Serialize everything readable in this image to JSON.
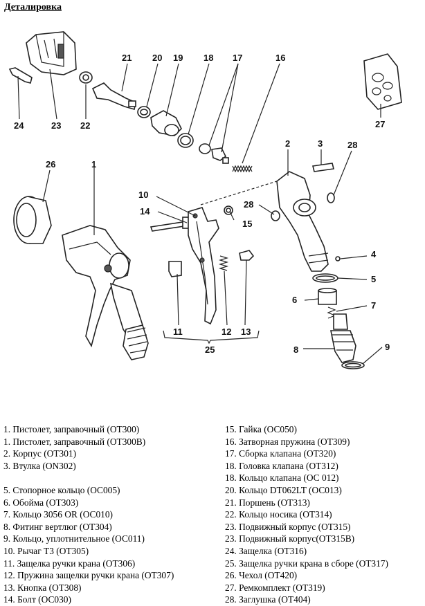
{
  "title": "Деталировка",
  "callouts": [
    "1",
    "2",
    "3",
    "4",
    "5",
    "6",
    "7",
    "8",
    "9",
    "10",
    "11",
    "12",
    "13",
    "14",
    "15",
    "16",
    "17",
    "18",
    "19",
    "20",
    "21",
    "22",
    "23",
    "24",
    "25",
    "26",
    "27",
    "28",
    "28"
  ],
  "legend_left": [
    "1. Пистолет, заправочный (ОТ300)",
    "1. Пистолет, заправочный (ОТ300В)",
    "2. Корпус (ОТ301)",
    "3. Втулка (ON302)",
    "",
    "5. Стопорное кольцо (ОС005)",
    "6. Обойма (ОТ303)",
    "7. Кольцо 3056 OR (ОС010)",
    "8. Фитинг вертлюг (ОТ304)",
    "9. Кольцо, уплотнительное (ОС011)",
    "10. Рычаг Т3 (ОТ305)",
    "11. Защелка ручки крана (ОТ306)",
    "12. Пружина защелки ручки крана (ОТ307)",
    "13. Кнопка (ОТ308)",
    "14. Болт (ОС030)"
  ],
  "legend_right": [
    "15. Гайка (ОС050)",
    "16. Затворная пружина (ОТ309)",
    "17. Сборка клапана (ОТ320)",
    "18. Головка клапана (ОТ312)",
    "18. Кольцо клапана (ОС 012)",
    "20. Кольцо DT062LT (ОС013)",
    "21. Поршень (ОТ313)",
    "22. Кольцо носика (ОТ314)",
    "23. Подвижный корпус (ОТ315)",
    "23. Подвижный корпус(ОТ315В)",
    "24. Защелка (ОТ316)",
    "25. Защелка ручки крана в сборе (ОТ317)",
    "26. Чехол (ОТ420)",
    "27. Ремкомплект (ОТ319)",
    "28. Заглушка (ОТ404)"
  ]
}
